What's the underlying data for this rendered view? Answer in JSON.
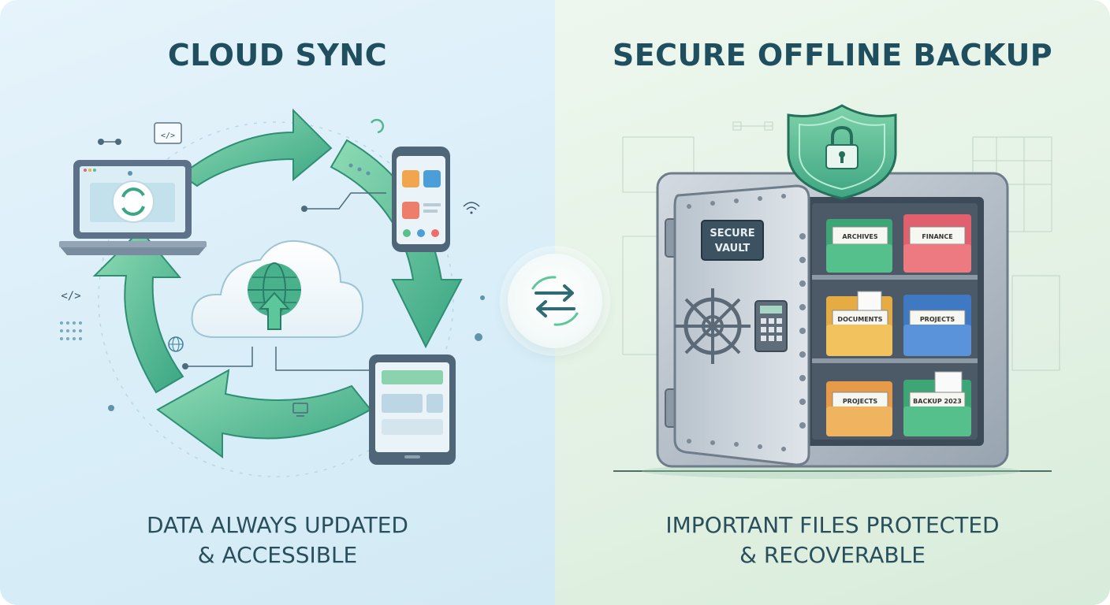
{
  "left": {
    "title": "CLOUD SYNC",
    "caption_line1": "DATA ALWAYS UPDATED",
    "caption_line2": "& ACCESSIBLE"
  },
  "right": {
    "title": "SECURE OFFLINE BACKUP",
    "caption_line1": "IMPORTANT FILES PROTECTED",
    "caption_line2": "& RECOVERABLE",
    "vault_plate_line1": "SECURE",
    "vault_plate_line2": "VAULT",
    "folders": [
      "ARCHIVES",
      "FINANCE",
      "DOCUMENTS",
      "PROJECTS",
      "PROJECTS",
      "BACKUP 2023"
    ]
  },
  "colors": {
    "accent_green": "#3fae88",
    "title_color": "#1f4f5f",
    "vault_steel": "#aeb8c3"
  },
  "icons": {
    "center": "swap-arrows-icon",
    "cloud": "cloud-upload-icon",
    "vault": "safe-icon",
    "shield": "shield-lock-icon"
  }
}
